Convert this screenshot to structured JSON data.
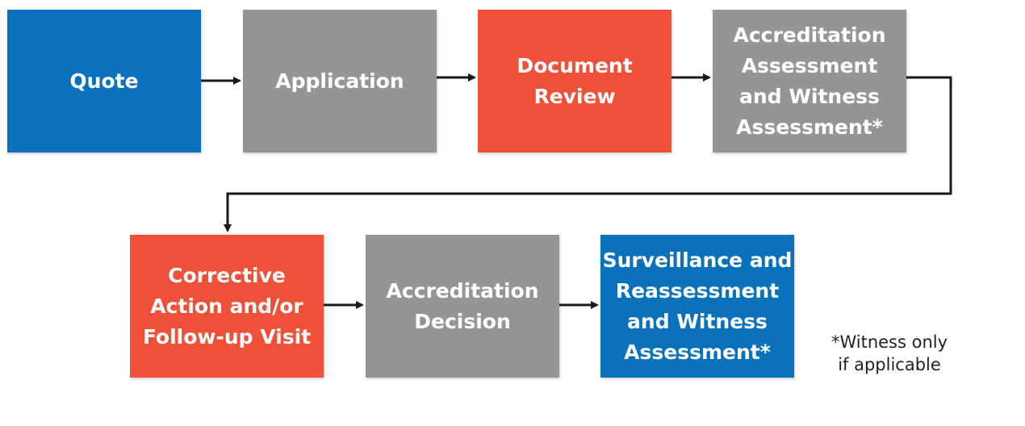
{
  "flow": {
    "steps": [
      {
        "id": "quote",
        "label": "Quote",
        "color": "#0a72bd"
      },
      {
        "id": "application",
        "label": "Application",
        "color": "#959595"
      },
      {
        "id": "document_review",
        "label": "Document\nReview",
        "color": "#ee5038"
      },
      {
        "id": "accreditation_assessment",
        "label": "Accreditation\nAssessment\nand Witness\nAssessment*",
        "color": "#959595"
      },
      {
        "id": "corrective_action",
        "label": "Corrective\nAction and/or\nFollow-up Visit",
        "color": "#ee5038"
      },
      {
        "id": "accreditation_decision",
        "label": "Accreditation\nDecision",
        "color": "#959595"
      },
      {
        "id": "surveillance",
        "label": "Surveillance and\nReassessment\nand Witness\nAssessment*",
        "color": "#0a72bd"
      }
    ],
    "connections": [
      [
        "quote",
        "application"
      ],
      [
        "application",
        "document_review"
      ],
      [
        "document_review",
        "accreditation_assessment"
      ],
      [
        "accreditation_assessment",
        "corrective_action"
      ],
      [
        "corrective_action",
        "accreditation_decision"
      ],
      [
        "accreditation_decision",
        "surveillance"
      ]
    ]
  },
  "footnote": "*Witness only\nif applicable"
}
